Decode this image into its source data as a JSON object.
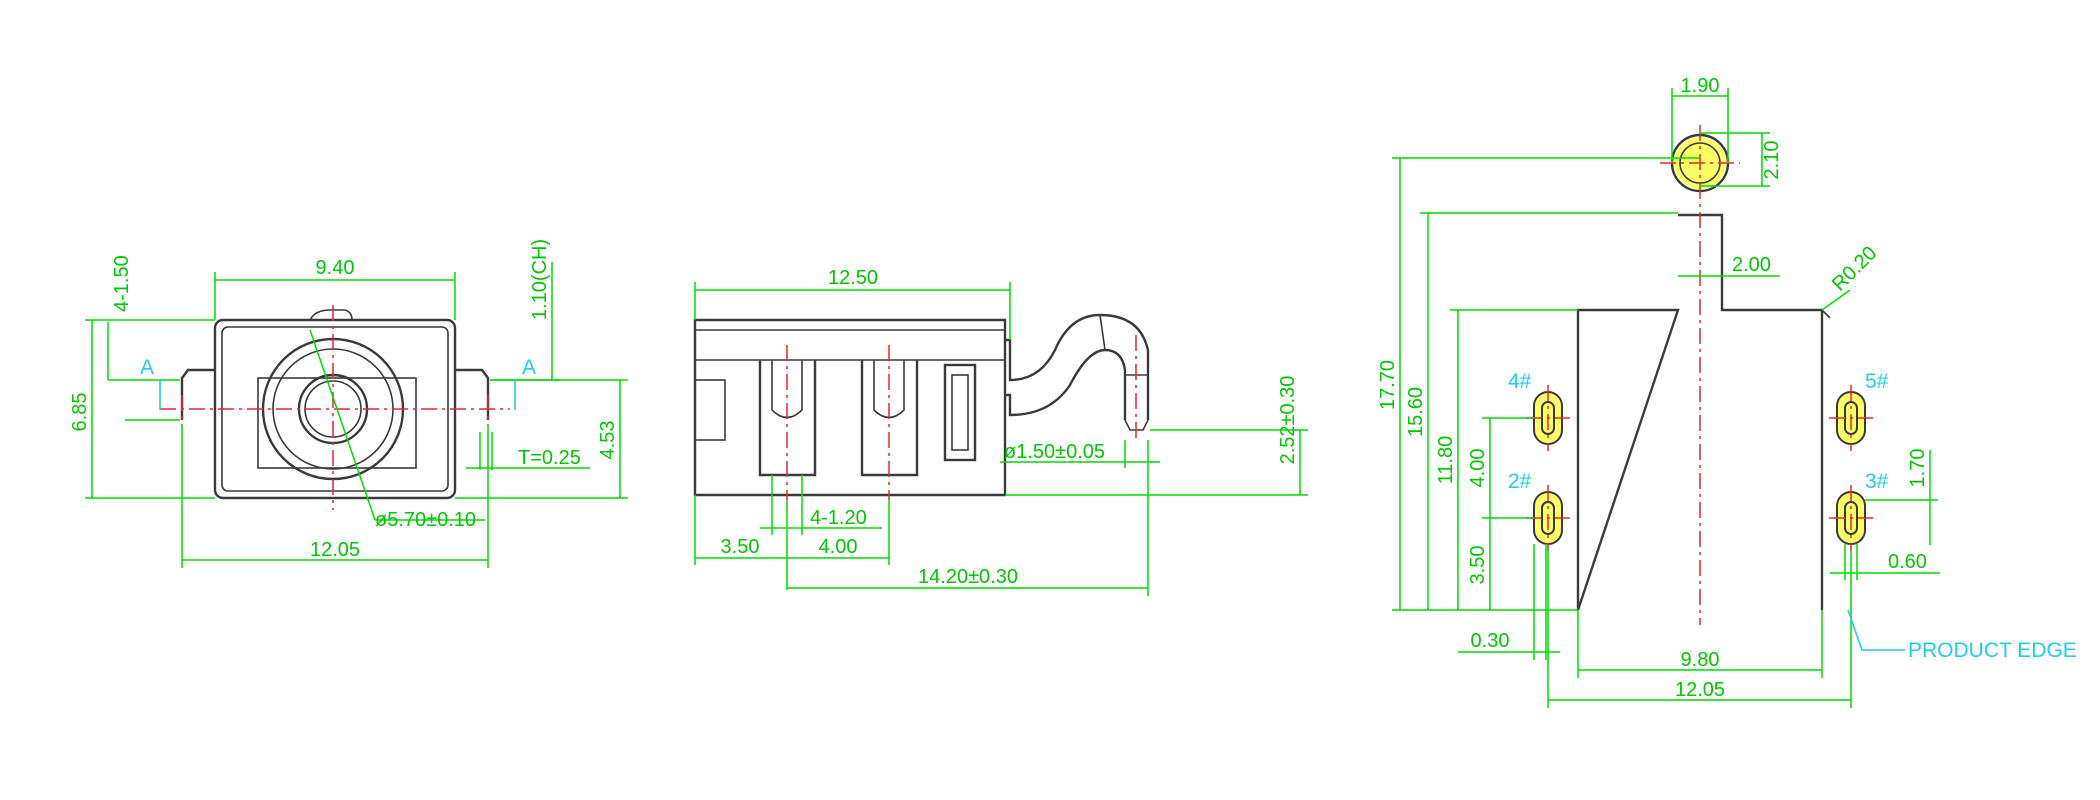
{
  "colors": {
    "outline": "#3a3a3a",
    "dimension": "#00dd00",
    "centerline": "#e8262a",
    "annotation": "#22ccee",
    "pin_fill": "#ffff66"
  },
  "front_view": {
    "width_top": "9.40",
    "slot_count": "4-1.50",
    "chamfer": "1.10(CH)",
    "height": "6.85",
    "height_inner": "4.53",
    "thickness": "T=0.25",
    "hole_diameter": "ø5.70±0.10",
    "width_bottom": "12.05",
    "section_left": "A",
    "section_right": "A"
  },
  "side_view": {
    "length_top": "12.50",
    "tip_height": "2.52±0.30",
    "pin_diameter": "ø1.50±0.05",
    "slot_spec": "4-1.20",
    "offset": "3.50",
    "pitch": "4.00",
    "total_length": "14.20±0.30"
  },
  "bottom_view": {
    "tube_width": "1.90",
    "tube_height": "2.10",
    "tab_width": "2.00",
    "radius": "R0.20",
    "overall_height": "17.70",
    "body_height": "15.60",
    "shoulder_height": "11.80",
    "pin_spacing": "4.00",
    "pin_offset": "3.50",
    "pin_length": "1.70",
    "pin_width": "0.60",
    "edge_gap": "0.30",
    "inner_width": "9.80",
    "outer_width": "12.05",
    "product_edge": "PRODUCT EDGE",
    "pins": [
      "4#",
      "2#",
      "5#",
      "3#"
    ]
  }
}
